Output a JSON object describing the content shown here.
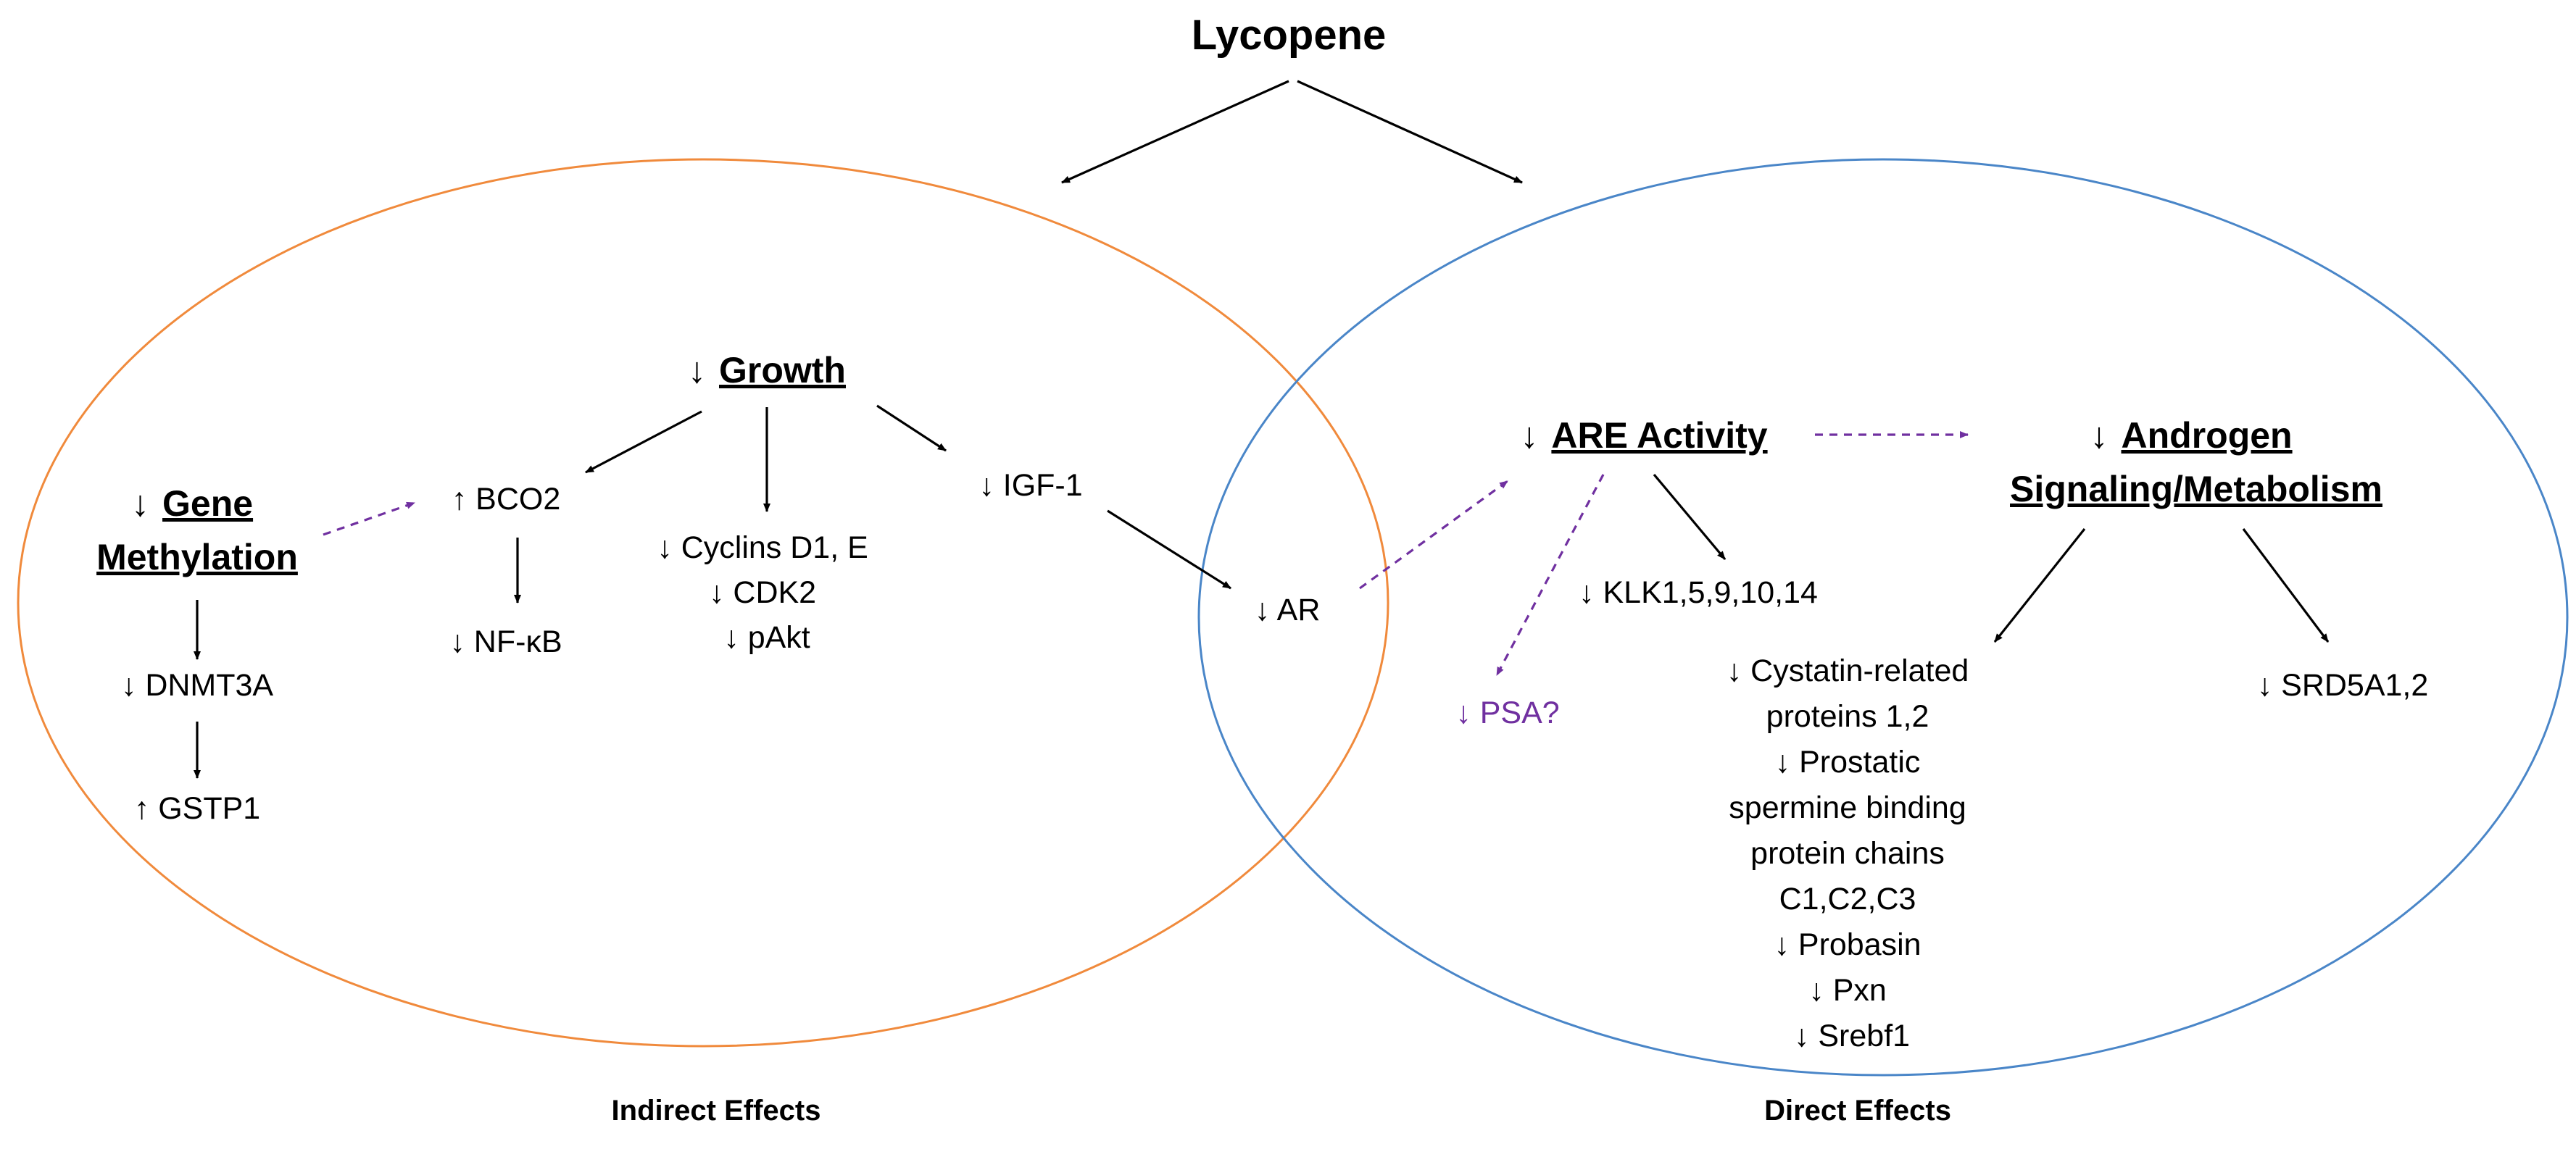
{
  "title": "Lycopene",
  "colors": {
    "indirect_circle": "#F08A3C",
    "direct_circle": "#4A86C8",
    "dashed_link": "#7030A0",
    "text": "#000000"
  },
  "indirect": {
    "caption": "Indirect Effects",
    "growth": {
      "arrow": "↓",
      "label": "Growth"
    },
    "gene_methylation": {
      "arrow": "↓",
      "line1": "Gene",
      "line2": "Methylation"
    },
    "dnmt3a": "↓ DNMT3A",
    "gstp1": "↑ GSTP1",
    "bco2": "↑ BCO2",
    "nfkb": "↓ NF-κB",
    "cyclins": [
      "↓ Cyclins D1, E",
      "↓ CDK2",
      "↓ pAkt"
    ],
    "igf1": "↓ IGF-1"
  },
  "direct": {
    "caption": "Direct Effects",
    "ar": "↓ AR",
    "are": {
      "arrow": "↓",
      "label": "ARE Activity"
    },
    "androgen": {
      "arrow": "↓",
      "line1": "Androgen",
      "line2": "Signaling/Metabolism"
    },
    "psa": "↓ PSA?",
    "klk": "↓ KLK1,5,9,10,14",
    "cystatin": [
      "↓ Cystatin-related",
      "proteins 1,2",
      "↓ Prostatic",
      "spermine binding",
      "protein chains",
      "C1,C2,C3",
      "↓ Probasin",
      "↓ Pxn",
      "↓ Srebf1"
    ],
    "srd5a": "↓ SRD5A1,2"
  }
}
